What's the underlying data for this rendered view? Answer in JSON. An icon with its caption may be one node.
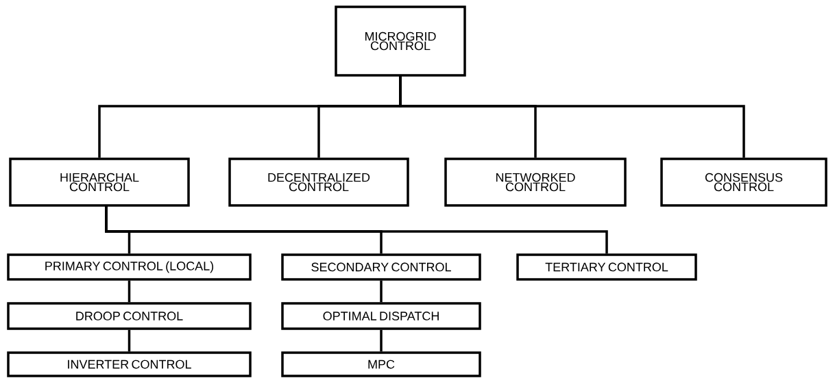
{
  "diagram": {
    "nodes": [
      {
        "text": [
          "MICROGRID CONTROL"
        ]
      },
      {
        "text": [
          "HIERARCHAL CONTROL"
        ]
      },
      {
        "text": [
          "DECENTRALIZED CONTROL"
        ]
      },
      {
        "text": [
          "NETWORKED CONTROL"
        ]
      },
      {
        "text": [
          "CONSENSUS CONTROL"
        ]
      },
      {
        "text": [
          "PRIMARY CONTROL (LOCAL)"
        ]
      },
      {
        "text": [
          "SECONDARY CONTROL"
        ]
      },
      {
        "text": [
          "TERTIARY CONTROL"
        ]
      },
      {
        "text": [
          "DROOP CONTROL"
        ]
      },
      {
        "text": [
          "OPTIMAL DISPATCH"
        ]
      },
      {
        "text": [
          "INVERTER CONTROL"
        ]
      },
      {
        "text": [
          "MPC"
        ]
      }
    ],
    "edges": [
      {
        "from": 0,
        "to": 1,
        "arrow": "none"
      },
      {
        "from": 0,
        "to": 2,
        "arrow": "none"
      },
      {
        "from": 0,
        "to": 3,
        "arrow": "none"
      },
      {
        "from": 0,
        "to": 4,
        "arrow": "none"
      },
      {
        "from": 1,
        "to": 5,
        "arrow": "none"
      },
      {
        "from": 1,
        "to": 6,
        "arrow": "none"
      },
      {
        "from": 1,
        "to": 7,
        "arrow": "none"
      },
      {
        "from": 5,
        "to": 8,
        "arrow": "none"
      },
      {
        "from": 8,
        "to": 10,
        "arrow": "none"
      },
      {
        "from": 6,
        "to": 9,
        "arrow": "none"
      },
      {
        "from": 9,
        "to": 11,
        "arrow": "none"
      }
    ]
  }
}
